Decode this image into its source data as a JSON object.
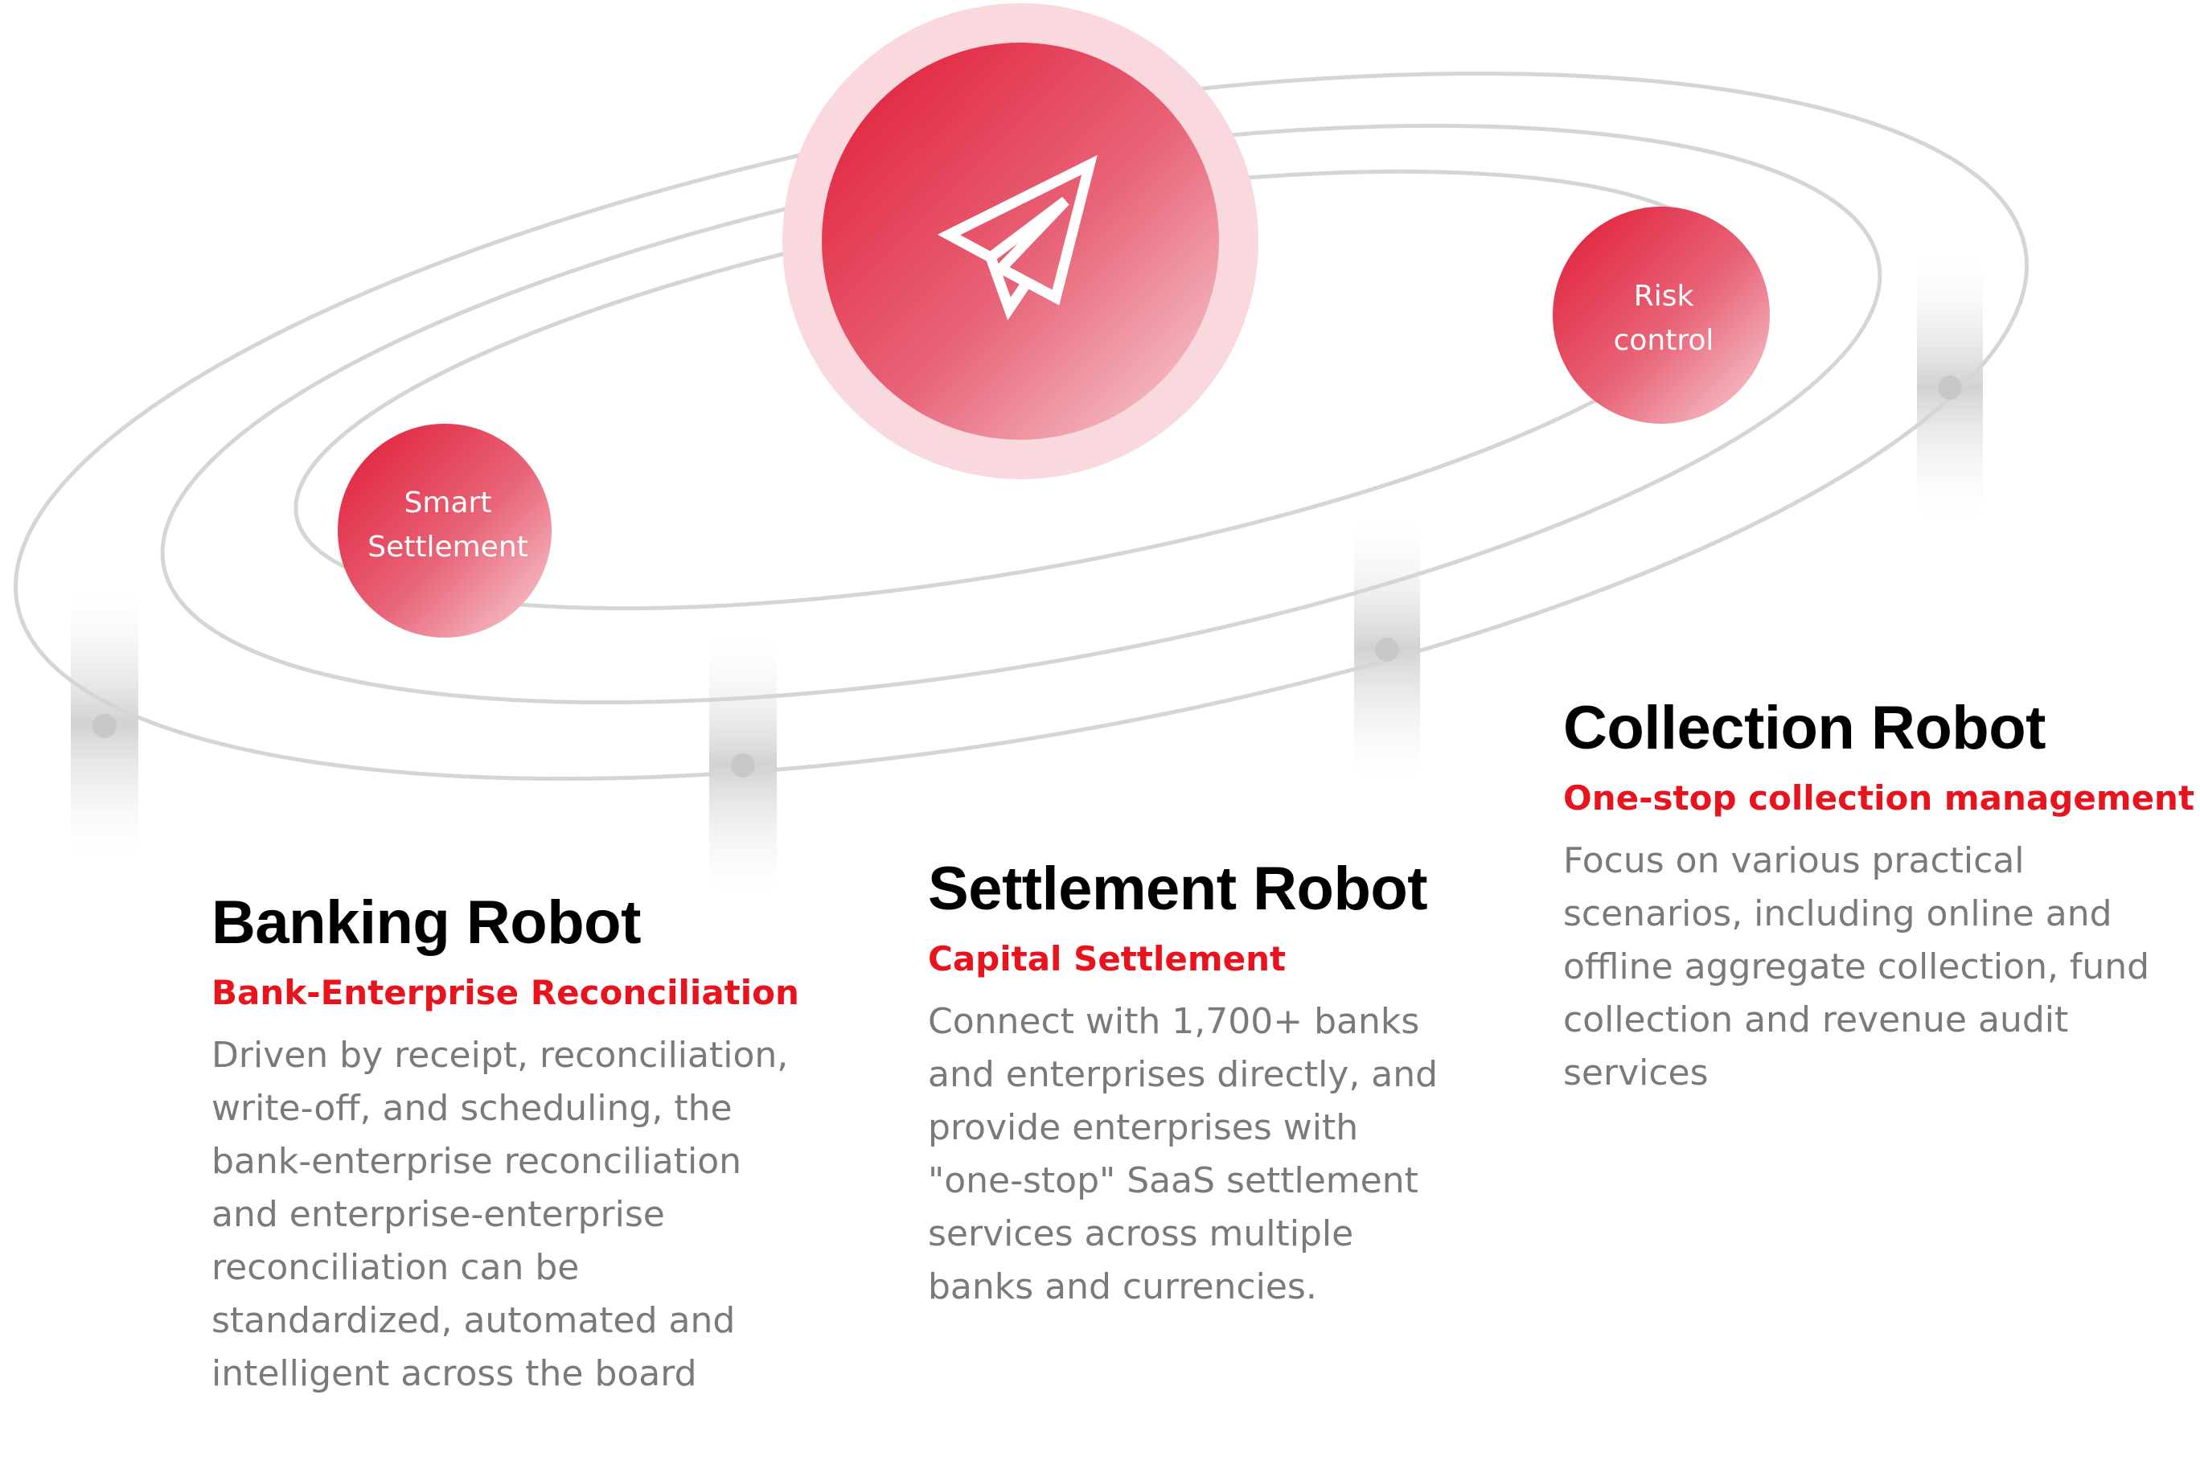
{
  "center_icon": "paper-plane-icon",
  "nodes": {
    "smart_settlement": {
      "line1": "Smart",
      "line2": "Settlement"
    },
    "risk_control": {
      "line1": "Risk",
      "line2": "control"
    }
  },
  "robots": [
    {
      "title": "Banking Robot",
      "subtitle": "Bank-Enterprise Reconciliation",
      "description": "Driven by receipt, reconciliation, write-off, and scheduling, the bank-enterprise reconciliation and enterprise-enterprise reconciliation can be standardized, automated and intelligent across the board"
    },
    {
      "title": "Settlement Robot",
      "subtitle": "Capital Settlement",
      "description": "Connect with 1,700+ banks and enterprises directly, and provide enterprises with \"one-stop\" SaaS settlement services across multiple banks and  currencies."
    },
    {
      "title": "Collection Robot",
      "subtitle": "One-stop collection management",
      "description": "Focus on various practical scenarios, including online and offline aggregate collection, fund collection and revenue audit services"
    }
  ],
  "colors": {
    "accent": "#e8131c",
    "node_red": "#e2253e",
    "node_pink": "#f6bcc4",
    "orbit": "#d5d5d5",
    "title": "#000000",
    "description": "#7a7a7a"
  }
}
